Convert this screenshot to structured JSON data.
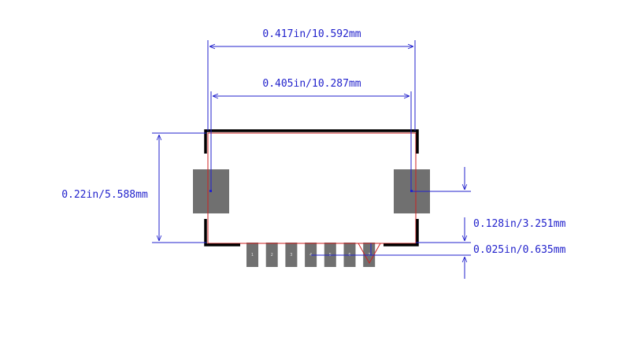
{
  "dimensions": {
    "overall_width": "0.417in/10.592mm",
    "inner_width": "0.405in/10.287mm",
    "height": "0.22in/5.588mm",
    "mount_pad_offset": "0.128in/3.251mm",
    "pin_pitch": "0.025in/0.635mm"
  },
  "pins": [
    "1",
    "2",
    "3",
    "4",
    "5",
    "6",
    "7"
  ],
  "colors": {
    "dimension": "#2222cc",
    "pad": "#707070",
    "outline": "#000000",
    "courtyard": "#cc2222"
  }
}
